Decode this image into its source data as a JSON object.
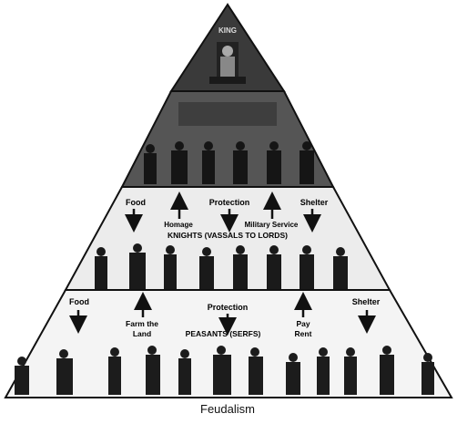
{
  "diagram": {
    "caption": "Feudalism",
    "tiers": {
      "top_label": "KING",
      "knights_label": "KNIGHTS (VASSALS TO LORDS)",
      "peasants_label": "PEASANTS (SERFS)"
    },
    "upper_exchange": {
      "food": "Food",
      "protection": "Protection",
      "shelter": "Shelter",
      "homage": "Homage",
      "military_service": "Military Service"
    },
    "lower_exchange": {
      "food": "Food",
      "protection": "Protection",
      "shelter": "Shelter",
      "farm_line1": "Farm the",
      "farm_line2": "Land",
      "pay_line1": "Pay",
      "pay_line2": "Rent"
    },
    "colors": {
      "top_fill": "#3a3a3a",
      "nobles_fill": "#555555",
      "knights_fill": "#ececec",
      "peasants_fill": "#f4f4f4",
      "ink": "#111111"
    }
  }
}
